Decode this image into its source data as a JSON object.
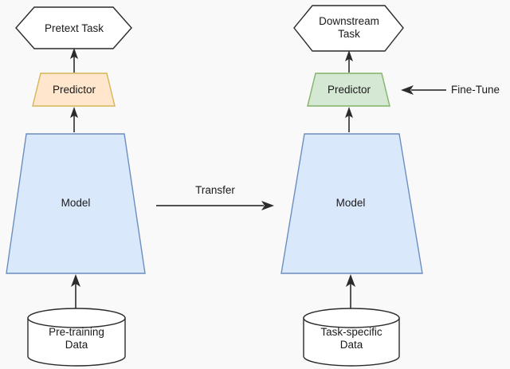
{
  "diagram": {
    "title": "Pre-training and fine-tuning transfer learning pipeline",
    "background_color": "#f9f9f9",
    "palette": {
      "model_fill": "#dae8fc",
      "model_stroke": "#6c8ebf",
      "predictor_pretext_fill": "#ffe6cc",
      "predictor_pretext_stroke": "#d6b656",
      "predictor_downstream_fill": "#d5e8d4",
      "predictor_downstream_stroke": "#82b366",
      "task_fill": "#ffffff",
      "task_stroke": "#2b2b2b",
      "data_fill": "#ffffff",
      "data_stroke": "#2b2b2b",
      "connector_color": "#3a3a3a",
      "text_color": "#1a1a1a"
    },
    "left_pipeline": {
      "name": "pre-training",
      "task_node": {
        "label": "Pretext Task",
        "shape": "hexagon"
      },
      "predictor_node": {
        "label": "Predictor",
        "shape": "trapezoid"
      },
      "model_node": {
        "label": "Model",
        "shape": "trapezoid"
      },
      "data_node": {
        "label": "Pre-training\nData",
        "shape": "cylinder"
      }
    },
    "right_pipeline": {
      "name": "downstream",
      "task_node": {
        "label": "Downstream\nTask",
        "shape": "hexagon"
      },
      "predictor_node": {
        "label": "Predictor",
        "shape": "trapezoid"
      },
      "model_node": {
        "label": "Model",
        "shape": "trapezoid"
      },
      "data_node": {
        "label": "Task-specific\nData",
        "shape": "cylinder"
      }
    },
    "edges": {
      "transfer": {
        "label": "Transfer",
        "direction": "left-to-right"
      },
      "fine_tune": {
        "label": "Fine-Tune",
        "direction": "right-to-left"
      }
    }
  }
}
